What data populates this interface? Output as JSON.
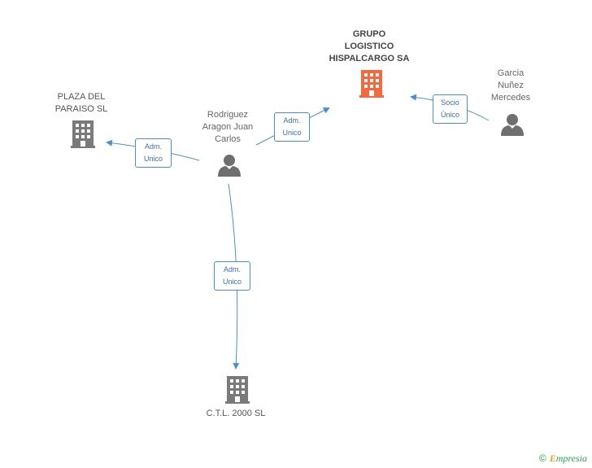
{
  "nodes": {
    "grupo": {
      "name": "GRUPO\nLOGISTICO\nHISPALCARGO SA",
      "type": "company",
      "highlight": true
    },
    "plaza": {
      "name": "PLAZA DEL\nPARAISO SL",
      "type": "company"
    },
    "ctl": {
      "name": "C.T.L. 2000 SL",
      "type": "company"
    },
    "rodriguez": {
      "name": "Rodriguez\nAragon Juan\nCarlos",
      "type": "person"
    },
    "garcia": {
      "name": "Garcia\nNuñez\nMercedes",
      "type": "person"
    }
  },
  "edges": [
    {
      "from": "rodriguez",
      "to": "grupo",
      "label": "Adm.\nUnico"
    },
    {
      "from": "rodriguez",
      "to": "plaza",
      "label": "Adm.\nUnico"
    },
    {
      "from": "rodriguez",
      "to": "ctl",
      "label": "Adm.\nUnico"
    },
    {
      "from": "garcia",
      "to": "grupo",
      "label": "Socio\nÚnico"
    }
  ],
  "colors": {
    "highlight": "#f26a3d",
    "company": "#7a7a7a",
    "person": "#6f6f6f",
    "edge": "#4a8fd6"
  },
  "brand": {
    "copyright": "©",
    "name": "mpresia",
    "initial": "E"
  }
}
